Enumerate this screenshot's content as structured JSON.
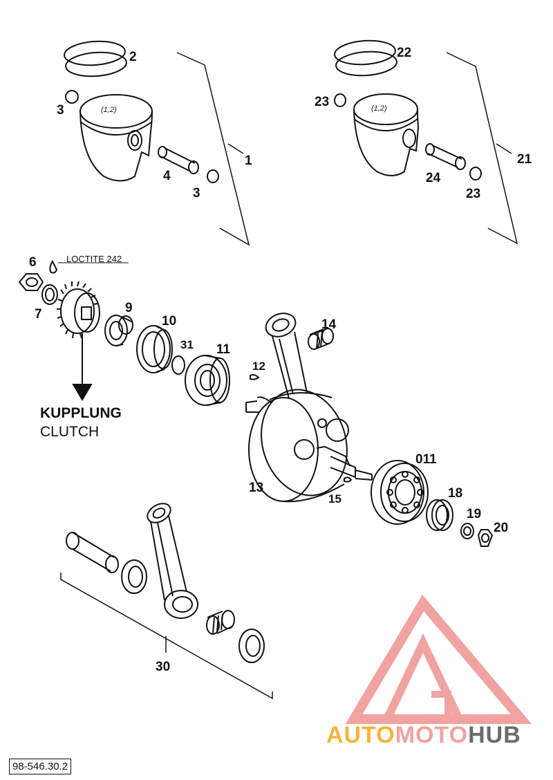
{
  "labels": {
    "p1": "1",
    "p2": "2",
    "p3a": "3",
    "p3b": "3",
    "p4": "4",
    "p6": "6",
    "p7": "7",
    "p9": "9",
    "p10": "10",
    "p11": "11",
    "p12": "12",
    "p13": "13",
    "p14": "14",
    "p15": "15",
    "p011": "011",
    "p18": "18",
    "p19": "19",
    "p20": "20",
    "p21": "21",
    "p22": "22",
    "p23a": "23",
    "p23b": "23",
    "p24": "24",
    "p30": "30",
    "p31": "31"
  },
  "piston_mark": "(1,2)",
  "loctite": "LOCTITE 242",
  "kupplung": "KUPPLUNG",
  "clutch": "CLUTCH",
  "ref_number": "98-546.30.2",
  "brand": {
    "part1": "AUTO",
    "part2": "MOTO",
    "part3": "HUB"
  },
  "colors": {
    "logo_pink": "#f0a3a0",
    "logo_orange": "#f6b43d",
    "logo_gray": "#6b6b6b",
    "line": "#111111"
  }
}
